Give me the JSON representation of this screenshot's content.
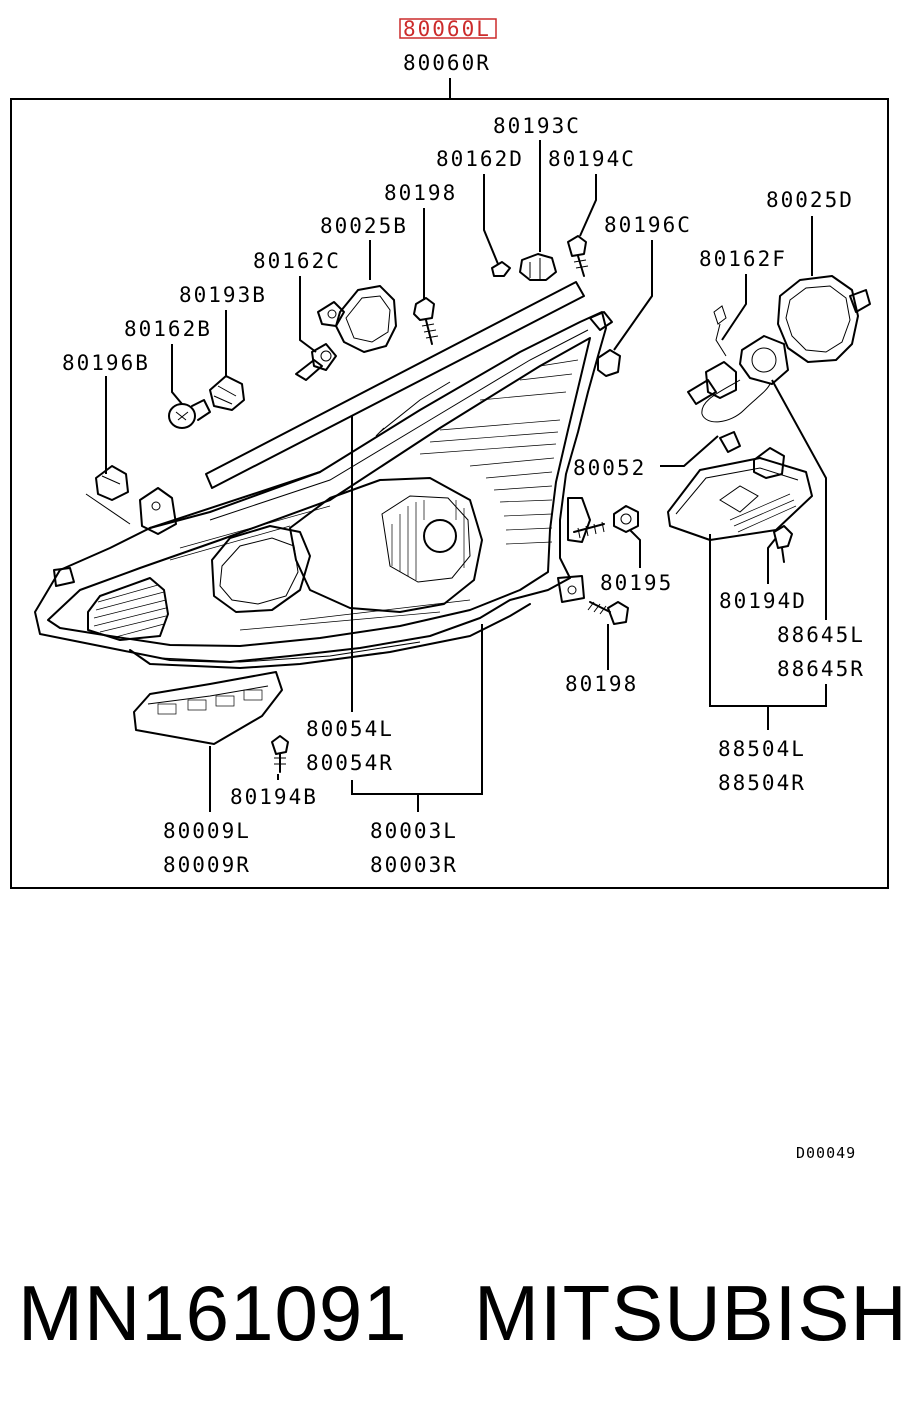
{
  "diagram": {
    "header_labels": [
      "80060L",
      "80060R"
    ],
    "labels": {
      "l_80193C": "80193C",
      "l_80162D": "80162D",
      "l_80194C": "80194C",
      "l_80198_top": "80198",
      "l_80025B": "80025B",
      "l_80196C": "80196C",
      "l_80025D": "80025D",
      "l_80162C": "80162C",
      "l_80162F": "80162F",
      "l_80193B": "80193B",
      "l_80162B": "80162B",
      "l_80196B": "80196B",
      "l_80052": "80052",
      "l_80195": "80195",
      "l_80194D": "80194D",
      "l_88645L": "88645L",
      "l_88645R": "88645R",
      "l_80198_bot": "80198",
      "l_80054L": "80054L",
      "l_80054R": "80054R",
      "l_80194B": "80194B",
      "l_88504L": "88504L",
      "l_88504R": "88504R",
      "l_80009L": "80009L",
      "l_80009R": "80009R",
      "l_80003L": "80003L",
      "l_80003R": "80003R"
    },
    "diagram_code": "D00049",
    "highlight_color": "#cc2b2b"
  },
  "footer": {
    "part_number": "MN161091",
    "brand": "MITSUBISHI"
  }
}
